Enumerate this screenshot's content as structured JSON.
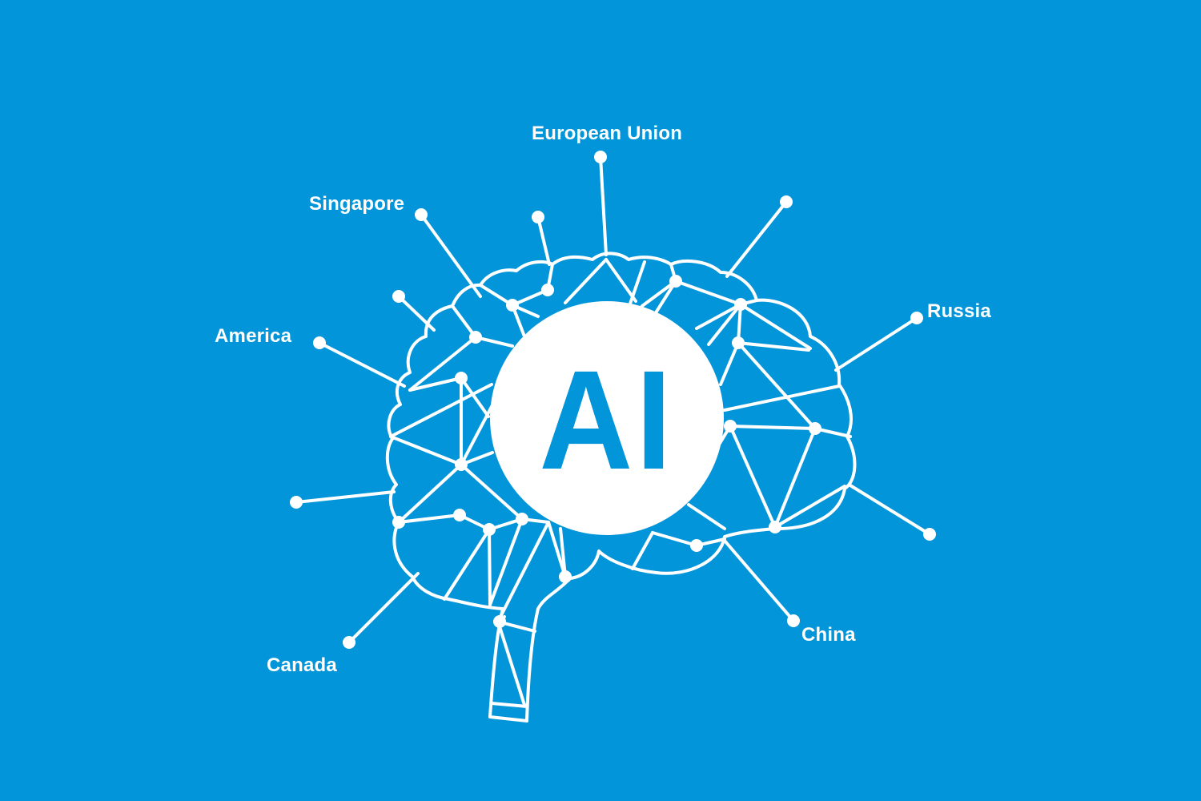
{
  "colors": {
    "background": "#0295DA",
    "foreground": "#FFFFFF"
  },
  "center": {
    "text": "AI",
    "icon": "brain-network-icon"
  },
  "labels": [
    {
      "id": "european-union",
      "text": "European Union"
    },
    {
      "id": "singapore",
      "text": "Singapore"
    },
    {
      "id": "america",
      "text": "America"
    },
    {
      "id": "russia",
      "text": "Russia"
    },
    {
      "id": "china",
      "text": "China"
    },
    {
      "id": "canada",
      "text": "Canada"
    }
  ]
}
